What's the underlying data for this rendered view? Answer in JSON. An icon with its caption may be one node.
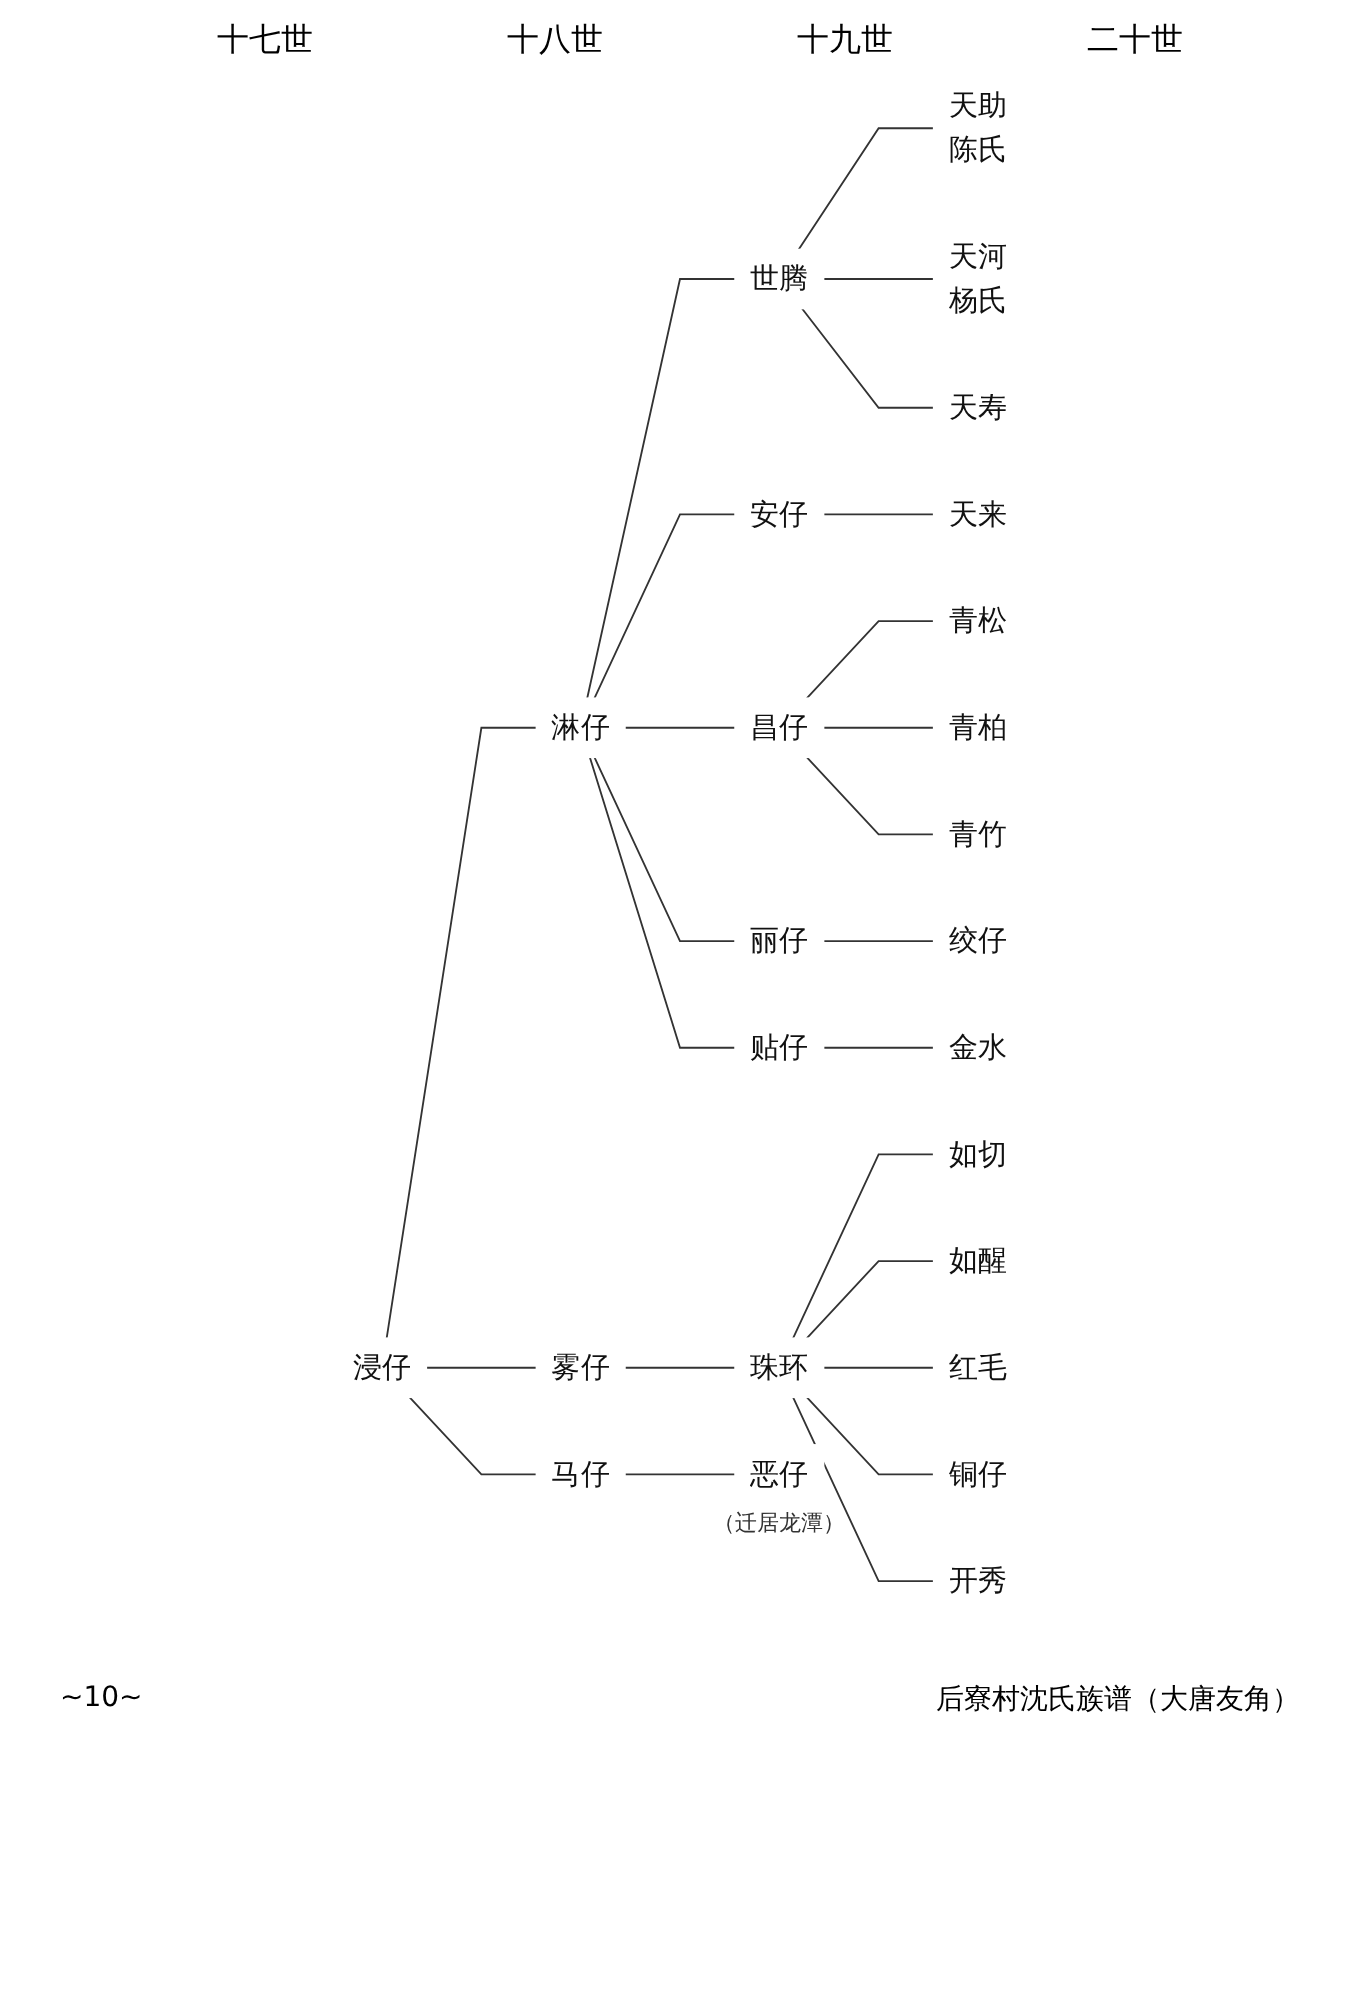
{
  "diagram": {
    "nodes": [
      {
        "text": [
          "浸仔"
        ]
      },
      {
        "text": [
          "淋仔"
        ]
      },
      {
        "text": [
          "雾仔"
        ]
      },
      {
        "text": [
          "马仔"
        ]
      },
      {
        "text": [
          "世腾"
        ]
      },
      {
        "text": [
          "安仔"
        ]
      },
      {
        "text": [
          "昌仔"
        ]
      },
      {
        "text": [
          "丽仔"
        ]
      },
      {
        "text": [
          "贴仔"
        ]
      },
      {
        "text": [
          "天助",
          "陈氏"
        ]
      },
      {
        "text": [
          "天河",
          "杨氏"
        ]
      },
      {
        "text": [
          "天寿"
        ]
      },
      {
        "text": [
          "天来"
        ]
      },
      {
        "text": [
          "青松"
        ]
      },
      {
        "text": [
          "青柏"
        ]
      },
      {
        "text": [
          "青竹"
        ]
      },
      {
        "text": [
          "绞仔"
        ]
      },
      {
        "text": [
          "金水"
        ]
      },
      {
        "text": [
          "珠环"
        ]
      },
      {
        "text": [
          "如切"
        ]
      },
      {
        "text": [
          "如醒"
        ]
      },
      {
        "text": [
          "红毛"
        ]
      },
      {
        "text": [
          "铜仔"
        ]
      },
      {
        "text": [
          "开秀"
        ]
      },
      {
        "text": [
          "恶仔"
        ],
        "beside": [
          "（迁居龙潭）"
        ]
      }
    ],
    "edges": [
      {
        "from": 0,
        "to": 1,
        "arrow": "none"
      },
      {
        "from": 0,
        "to": 2,
        "arrow": "none"
      },
      {
        "from": 0,
        "to": 3,
        "arrow": "none"
      },
      {
        "from": 1,
        "to": 4,
        "arrow": "none"
      },
      {
        "from": 1,
        "to": 5,
        "arrow": "none"
      },
      {
        "from": 1,
        "to": 6,
        "arrow": "none"
      },
      {
        "from": 1,
        "to": 7,
        "arrow": "none"
      },
      {
        "from": 1,
        "to": 8,
        "arrow": "none"
      },
      {
        "from": 4,
        "to": 9,
        "arrow": "none"
      },
      {
        "from": 4,
        "to": 10,
        "arrow": "none"
      },
      {
        "from": 4,
        "to": 11,
        "arrow": "none"
      },
      {
        "from": 5,
        "to": 12,
        "arrow": "none"
      },
      {
        "from": 6,
        "to": 13,
        "arrow": "none"
      },
      {
        "from": 6,
        "to": 14,
        "arrow": "none"
      },
      {
        "from": 6,
        "to": 15,
        "arrow": "none"
      },
      {
        "from": 7,
        "to": 16,
        "arrow": "none"
      },
      {
        "from": 8,
        "to": 17,
        "arrow": "none"
      },
      {
        "from": 2,
        "to": 18,
        "arrow": "none"
      },
      {
        "from": 18,
        "to": 19,
        "arrow": "none"
      },
      {
        "from": 18,
        "to": 20,
        "arrow": "none"
      },
      {
        "from": 18,
        "to": 21,
        "arrow": "none"
      },
      {
        "from": 18,
        "to": 22,
        "arrow": "none"
      },
      {
        "from": 18,
        "to": 23,
        "arrow": "none"
      },
      {
        "from": 3,
        "to": 24,
        "arrow": "none"
      }
    ],
    "labels": [
      "十七世",
      "十八世",
      "十九世",
      "二十世",
      "~10~",
      "后寮村沈氏族谱（大唐友角）"
    ]
  }
}
